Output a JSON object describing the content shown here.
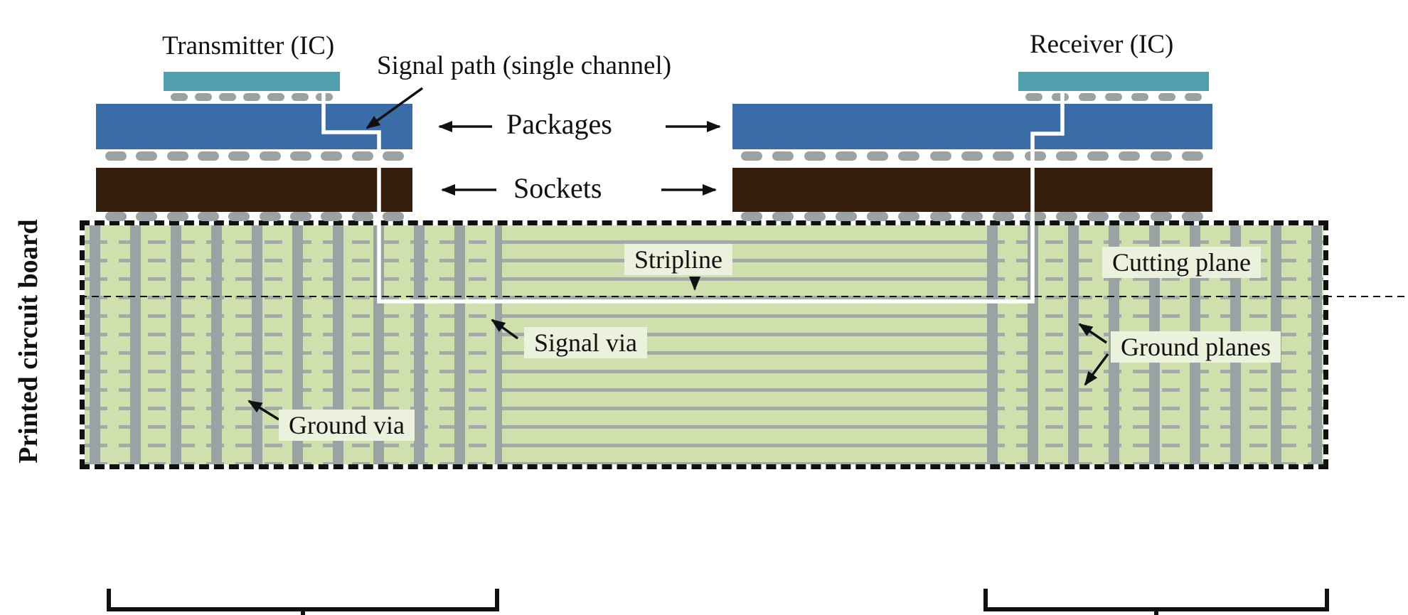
{
  "labels": {
    "transmitter": "Transmitter (IC)",
    "receiver": "Receiver (IC)",
    "signal_path": "Signal path (single channel)",
    "packages": "Packages",
    "sockets": "Sockets",
    "stripline": "Stripline",
    "cutting_plane": "Cutting plane",
    "signal_via": "Signal via",
    "ground_planes": "Ground planes",
    "ground_via": "Ground via",
    "pcb": "Printed circuit board"
  },
  "colors": {
    "die-teal": "#4f9fae",
    "package-blue": "#3a6ca8",
    "socket-brown": "#361f0d",
    "ball-gray": "#9ba2a2",
    "pcb-green": "#cfe0ac",
    "plane-gray": "#a3aba4",
    "via-gray": "#99a3a3",
    "label-bg": "#ecf1dd"
  }
}
